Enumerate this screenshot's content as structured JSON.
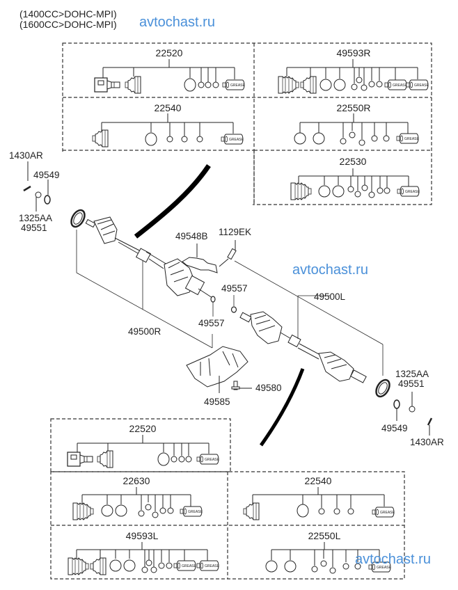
{
  "header": {
    "line1": "(1400CC>DOHC-MPI)",
    "line2": "(1600CC>DOHC-MPI)"
  },
  "watermark": "avtochast.ru",
  "grease_label": "GREASE",
  "kits_top": [
    {
      "id": "22520",
      "side": "top-left-1"
    },
    {
      "id": "49593R",
      "side": "top-right-1"
    },
    {
      "id": "22540",
      "side": "top-left-2"
    },
    {
      "id": "22550R",
      "side": "top-right-2"
    },
    {
      "id": "22530",
      "side": "top-right-3"
    }
  ],
  "kits_bottom": [
    {
      "id": "22520",
      "side": "bottom-left-1"
    },
    {
      "id": "22630",
      "side": "bottom-left-2"
    },
    {
      "id": "22540",
      "side": "bottom-right-2"
    },
    {
      "id": "49593L",
      "side": "bottom-left-3"
    },
    {
      "id": "22550L",
      "side": "bottom-right-3"
    }
  ],
  "callouts": {
    "left_pin": "1430AR",
    "left_washer": "49549",
    "left_nut_1": "1325AA",
    "left_nut_2": "49551",
    "bracket": "49548B",
    "bolt_top": "1129EK",
    "oring_upper": "49557",
    "shaft_right": "49500R",
    "oring_lower": "49557",
    "shaft_left": "49500L",
    "heat_shield": "49585",
    "shield_bolt": "49580",
    "right_nut_1": "1325AA",
    "right_nut_2": "49551",
    "right_washer": "49549",
    "right_pin": "1430AR"
  }
}
